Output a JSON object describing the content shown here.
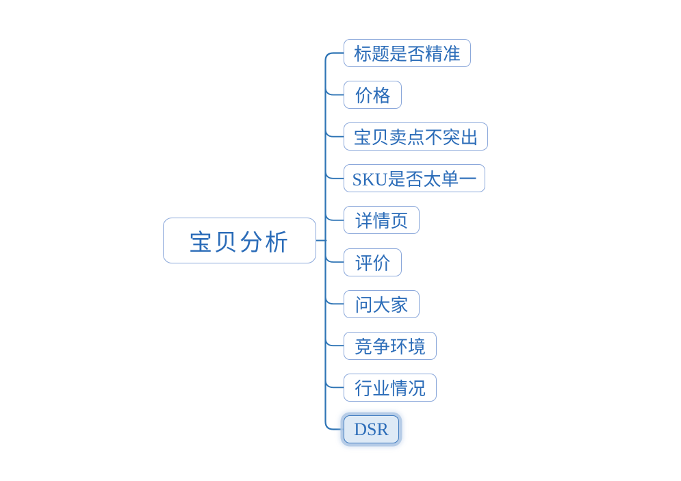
{
  "diagram": {
    "type": "mindmap",
    "root": {
      "label": "宝贝分析"
    },
    "topics": [
      {
        "label": "标题是否精准"
      },
      {
        "label": "价格"
      },
      {
        "label": "宝贝卖点不突出"
      },
      {
        "label": "SKU是否太单一"
      },
      {
        "label": "详情页"
      },
      {
        "label": "评价"
      },
      {
        "label": "问大家"
      },
      {
        "label": "竞争环境"
      },
      {
        "label": "行业情况"
      },
      {
        "label": "DSR",
        "selected": true
      }
    ],
    "colors": {
      "node_border": "#8AA7DA",
      "text": "#2B6CB8",
      "connector": "#2E74B5",
      "selected_fill": "#DEEAF6",
      "selected_border": "#3D7ABF",
      "selection_halo": "#AEC7E4"
    }
  }
}
